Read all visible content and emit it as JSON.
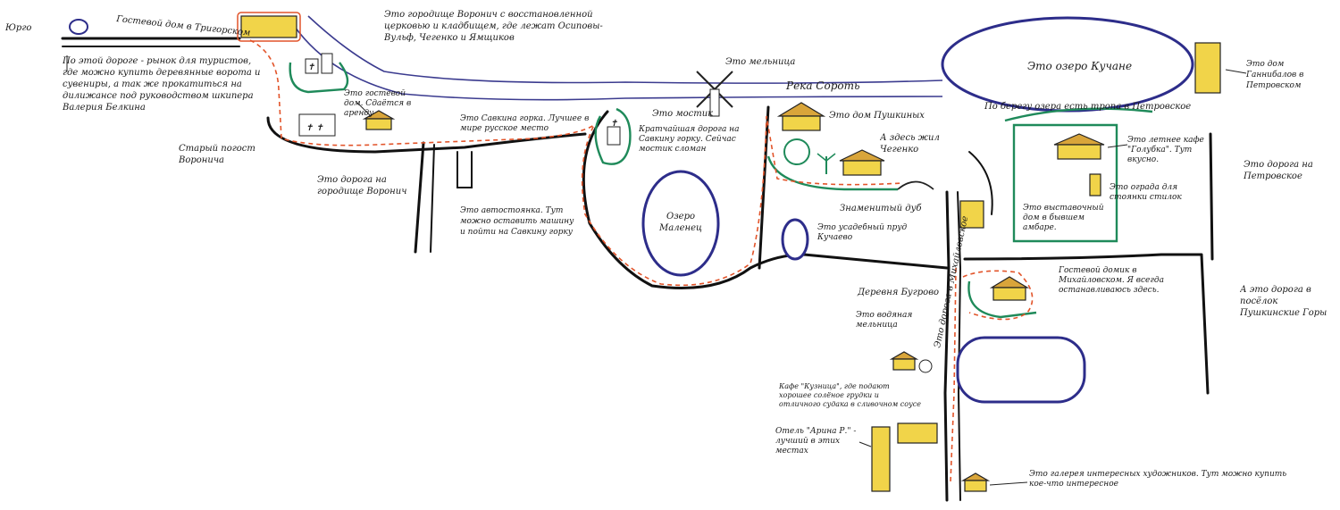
{
  "labels": {
    "yurgo": "Юрго",
    "guest_house": "Гостевой дом в Тригорском",
    "hillfort": "Это городище Воронич с восстановленной церковью и кладбищем, где лежат Осиповы-Вульф, Чегенко и Ямщиков",
    "market_road": "По этой дороге - рынок для туристов, где можно купить деревянные ворота и сувениры, а так же прокатиться на дилижансе под руководством шкипера Валерия Белкина",
    "guest_house_rent": "Это гостевой дом. Сдаётся в аренду",
    "park": "Старый погост Воронича",
    "road_to_hillfort": "Это дорога на городище Воронич",
    "savkina_hill": "Это Савкина горка. Лучшее в мире русское место",
    "bridge": "Это мостик",
    "mill": "Это мельница",
    "river": "Река Сороть",
    "shortcut": "Кратчайшая дорога на Савкину горку. Сейчас мостик сломан",
    "parking": "Это автостоянка. Тут можно оставить машину и пойти на Савкину горку",
    "lake_malenets": "Озеро Маленец",
    "pushkin_house": "Это дом Пушкиных",
    "chegenko": "А здесь жил Чегенко",
    "famous_oak": "Знаменитый дуб",
    "kucheevo": "Это усадебный пруд Кучаево",
    "lake_kuchane": "Это озеро Кучане",
    "shore_path": "По берегу озера есть тропа в Петровское",
    "gannibal_house": "Это дом Ганнибалов в Петровском",
    "summer_cafe": "Это летнее кафе \"Голубка\". Тут вкусно.",
    "fence": "Это ограда для стоянки стилок",
    "road_to_petrovskoe": "Это дорога на Петровское",
    "exhibition_house": "Это выставочный дом в бывшем амбаре.",
    "guest_mikhailovskoe": "Гостевой домик в Михайловском. Я всегда останавливаюсь здесь.",
    "road_to_gory": "А это дорога в посёлок Пушкинские Горы",
    "village_bugrovo": "Деревня Бугрово",
    "road_to_mikhailovskoe": "Это дорога в Михайловское",
    "old_mill": "Это водяная мельница",
    "cafe_kuznitsa": "Кафе \"Кузница\", где подают хорошее солёное грудки и отличного судака в сливочном соусе",
    "hotel_arina": "Отель \"Арина Р.\" - лучший в этих местах",
    "gallery": "Это галерея интересных художников. Тут можно купить кое-что интересное"
  },
  "colors": {
    "route": "#e2542a",
    "green_path": "#1f8a5a",
    "lake_outline": "#2d2d8a",
    "building_fill": "#f1d449",
    "river": "#3b3b8f"
  },
  "icons": [
    "house-icon",
    "church-icon",
    "windmill-icon",
    "bridge-icon",
    "tree-icon",
    "waterwheel-icon"
  ]
}
